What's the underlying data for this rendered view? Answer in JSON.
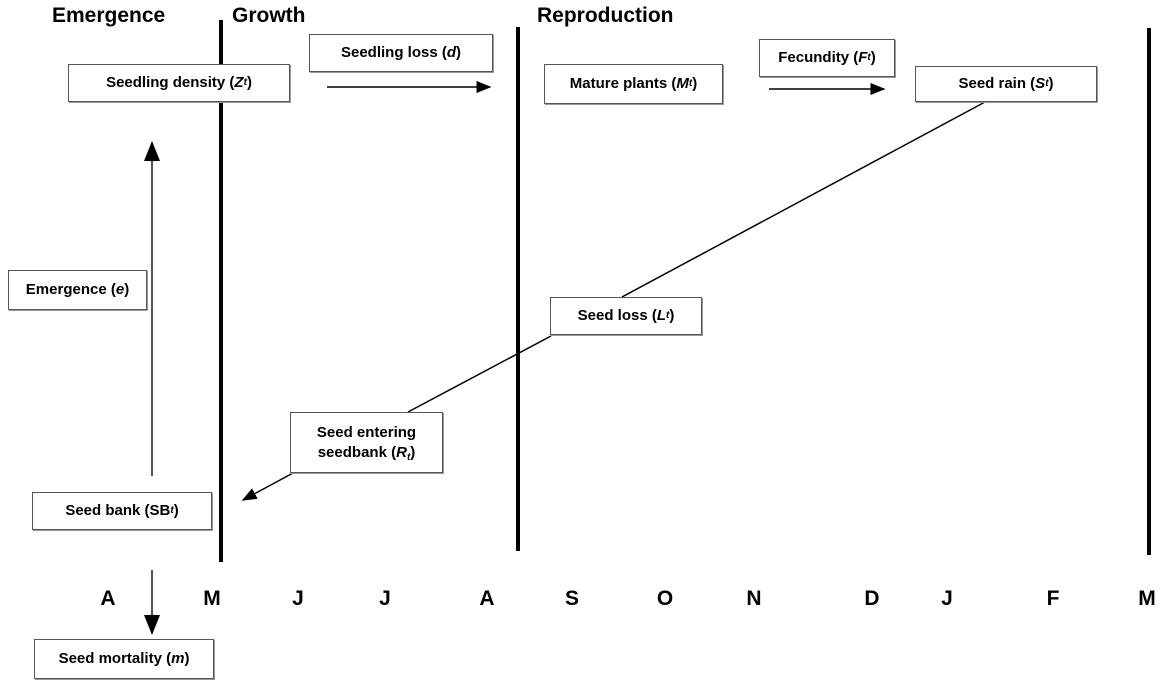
{
  "phases": {
    "emergence": "Emergence",
    "growth": "Growth",
    "reproduction": "Reproduction"
  },
  "boxes": {
    "seedling_loss": {
      "label": "Seedling loss (",
      "var": "d",
      "sub": "",
      "tail": ")"
    },
    "seedling_density": {
      "label": "Seedling density (",
      "var": "Z",
      "sub": "t",
      "tail": ")"
    },
    "mature_plants": {
      "label": "Mature plants (",
      "var": "M",
      "sub": "t",
      "tail": ")"
    },
    "fecundity": {
      "label": "Fecundity (",
      "var": "F",
      "sub": "t",
      "tail": ")"
    },
    "seed_rain": {
      "label": "Seed rain (",
      "var": "S",
      "sub": "t",
      "tail": ")"
    },
    "emergence": {
      "label": "Emergence (",
      "var": "e",
      "sub": "",
      "tail": ")"
    },
    "seed_loss": {
      "label": "Seed loss (",
      "var": "L",
      "sub": "t",
      "tail": ")"
    },
    "seed_entering_line1": "Seed entering",
    "seed_entering": {
      "label": "seedbank (",
      "var": "R",
      "sub": "t",
      "tail": ")"
    },
    "seed_bank": {
      "label": "Seed bank (SB",
      "var": "",
      "sub": "t",
      "tail": ")"
    },
    "seed_mortality": {
      "label": "Seed mortality (",
      "var": "m",
      "sub": "",
      "tail": ")"
    }
  },
  "months": [
    "A",
    "M",
    "J",
    "J",
    "A",
    "S",
    "O",
    "N",
    "D",
    "J",
    "F",
    "M"
  ],
  "colors": {
    "line": "#000000",
    "arrow": "#555555",
    "box_border": "#555555"
  }
}
